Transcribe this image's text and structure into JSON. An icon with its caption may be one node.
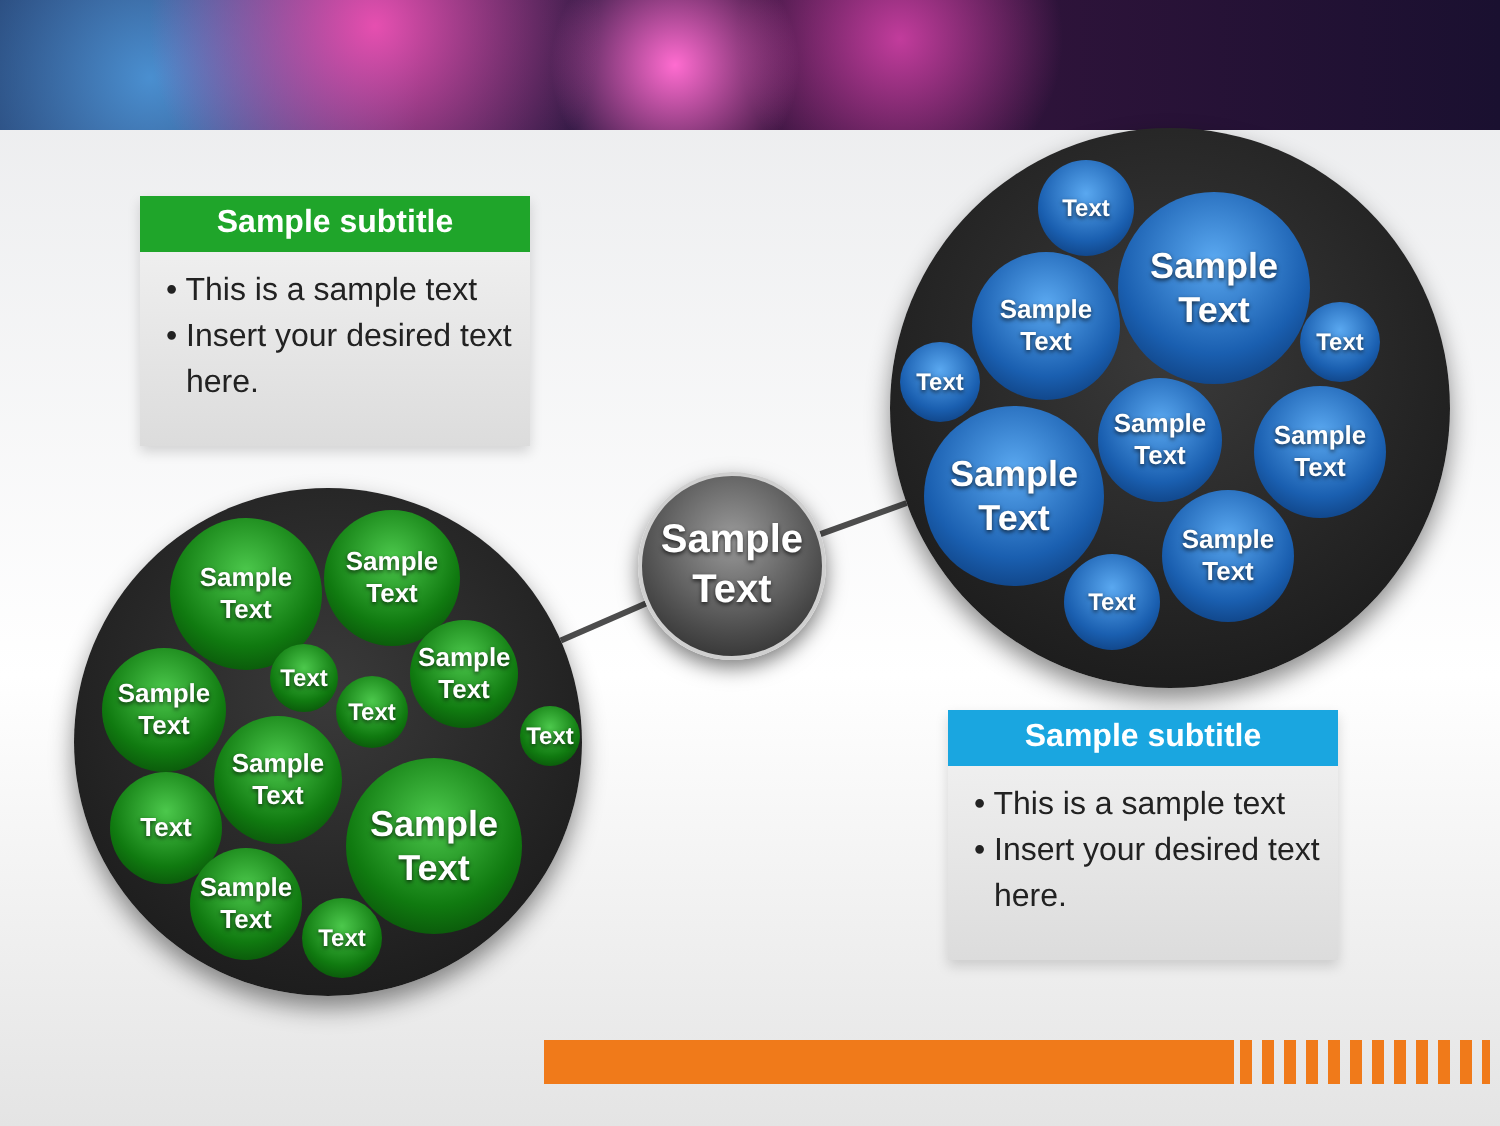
{
  "diagram": {
    "nodes": [
      {
        "text": [
          "Sample subtitle",
          "• This is a sample text",
          "• Insert your desired text here."
        ]
      },
      {
        "text": [],
        "shape": "circle"
      },
      {
        "text": [
          "Sample Text"
        ],
        "in": 1
      },
      {
        "text": [
          "Sample Text"
        ],
        "in": 1
      },
      {
        "text": [
          "Text"
        ],
        "in": 1
      },
      {
        "text": [
          "Sample Text"
        ],
        "in": 1
      },
      {
        "text": [
          "Sample Text"
        ],
        "in": 1
      },
      {
        "text": [
          "Text"
        ],
        "in": 1
      },
      {
        "text": [
          "Text"
        ],
        "in": 1
      },
      {
        "text": [
          "Sample Text"
        ],
        "in": 1
      },
      {
        "text": [
          "Sample Text"
        ],
        "in": 1
      },
      {
        "text": [
          "Text"
        ],
        "in": 1
      },
      {
        "text": [
          "Sample Text"
        ],
        "in": 1
      },
      {
        "text": [
          "Text"
        ],
        "in": 1
      },
      {
        "text": [
          "Sample Text"
        ]
      },
      {
        "text": [],
        "shape": "circle"
      },
      {
        "text": [
          "Text"
        ],
        "in": 15
      },
      {
        "text": [
          "Sample Text"
        ],
        "in": 15
      },
      {
        "text": [
          "Sample Text"
        ],
        "in": 15
      },
      {
        "text": [
          "Text"
        ],
        "in": 15
      },
      {
        "text": [
          "Text"
        ],
        "in": 15
      },
      {
        "text": [
          "Sample Text"
        ],
        "in": 15
      },
      {
        "text": [
          "Sample Text"
        ],
        "in": 15
      },
      {
        "text": [
          "Sample Text"
        ],
        "in": 15
      },
      {
        "text": [
          "Sample Text"
        ],
        "in": 15
      },
      {
        "text": [
          "Text"
        ],
        "in": 15
      },
      {
        "text": [
          "Sample subtitle",
          "• This is a sample text",
          "• Insert your desired text here."
        ]
      }
    ],
    "edges": [
      {
        "from": 14,
        "to": 1,
        "arrow": "none"
      },
      {
        "from": 14,
        "to": 15,
        "arrow": "none"
      }
    ]
  }
}
